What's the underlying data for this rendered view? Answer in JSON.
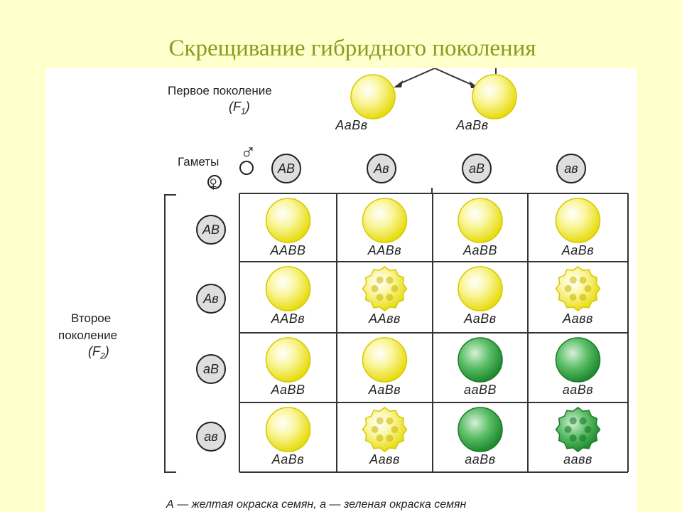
{
  "title": "Скрещивание гибридного поколения",
  "f1": {
    "label_line1": "Первое поколение",
    "label_line2": "(F",
    "label_sub": "1",
    "label_close": ")",
    "parents": [
      "AaBв",
      "AaBв"
    ]
  },
  "gametes": {
    "label": "Гаметы",
    "male_symbol": "♂",
    "female_symbol": "♀",
    "male": [
      "AB",
      "Aв",
      "aB",
      "ав"
    ],
    "female": [
      "AB",
      "Aв",
      "aB",
      "ав"
    ]
  },
  "f2": {
    "label_line1": "Второе",
    "label_line2": "поколение",
    "label_line3": "(F",
    "label_sub": "2",
    "label_close": ")",
    "rows": [
      [
        {
          "g": "AABB",
          "color": "yellow",
          "shape": "smooth"
        },
        {
          "g": "AABв",
          "color": "yellow",
          "shape": "smooth"
        },
        {
          "g": "AaBB",
          "color": "yellow",
          "shape": "smooth"
        },
        {
          "g": "AaBв",
          "color": "yellow",
          "shape": "smooth"
        }
      ],
      [
        {
          "g": "AABв",
          "color": "yellow",
          "shape": "smooth"
        },
        {
          "g": "AAвв",
          "color": "yellow",
          "shape": "wrinkled"
        },
        {
          "g": "AaBв",
          "color": "yellow",
          "shape": "smooth"
        },
        {
          "g": "Aaвв",
          "color": "yellow",
          "shape": "wrinkled"
        }
      ],
      [
        {
          "g": "AaBB",
          "color": "yellow",
          "shape": "smooth"
        },
        {
          "g": "AaBв",
          "color": "yellow",
          "shape": "smooth"
        },
        {
          "g": "aaBB",
          "color": "green",
          "shape": "smooth"
        },
        {
          "g": "aaBв",
          "color": "green",
          "shape": "smooth"
        }
      ],
      [
        {
          "g": "AaBв",
          "color": "yellow",
          "shape": "smooth"
        },
        {
          "g": "Aaвв",
          "color": "yellow",
          "shape": "wrinkled"
        },
        {
          "g": "aaBв",
          "color": "green",
          "shape": "smooth"
        },
        {
          "g": "aaвв",
          "color": "green",
          "shape": "wrinkled"
        }
      ]
    ]
  },
  "footer": "А — желтая окраска семян, а — зеленая окраска семян",
  "colors": {
    "background": "#ffffcc",
    "title": "#8a9a1c",
    "yellow": "#f2e83a",
    "green": "#2f9a3c"
  }
}
